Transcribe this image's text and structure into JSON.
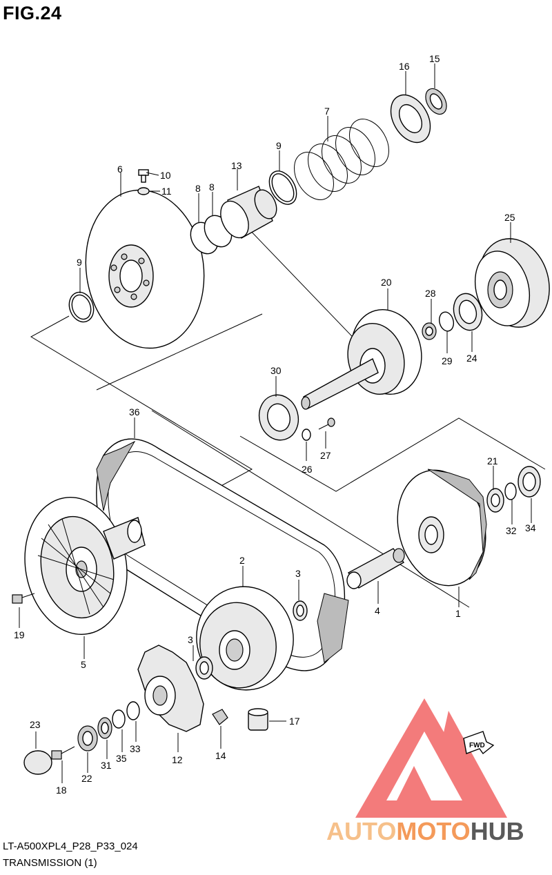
{
  "figure_title": "FIG.24",
  "footer": {
    "code": "LT-A500XPL4_P28_P33_024",
    "section": "TRANSMISSION (1)"
  },
  "watermark": {
    "brand_prefix": "AUTO",
    "brand_middle": "MOTO",
    "brand_suffix": "HUB",
    "colors": {
      "logo": "#f26d6d",
      "prefix": "#f6c08a",
      "middle": "#f49a5a",
      "suffix": "#5a5a5a"
    }
  },
  "fwd_badge": "FWD",
  "callouts": {
    "c1": "1",
    "c2": "2",
    "c3a": "3",
    "c3b": "3",
    "c4": "4",
    "c5": "5",
    "c6": "6",
    "c7": "7",
    "c8a": "8",
    "c8b": "8",
    "c9a": "9",
    "c9b": "9",
    "c10": "10",
    "c11": "11",
    "c12": "12",
    "c13": "13",
    "c14": "14",
    "c15": "15",
    "c16": "16",
    "c17": "17",
    "c18": "18",
    "c19": "19",
    "c20": "20",
    "c21": "21",
    "c22": "22",
    "c23": "23",
    "c24": "24",
    "c25": "25",
    "c26": "26",
    "c27": "27",
    "c28": "28",
    "c29": "29",
    "c30": "30",
    "c31": "31",
    "c32": "32",
    "c33": "33",
    "c34": "34",
    "c35": "35",
    "c36": "36"
  }
}
